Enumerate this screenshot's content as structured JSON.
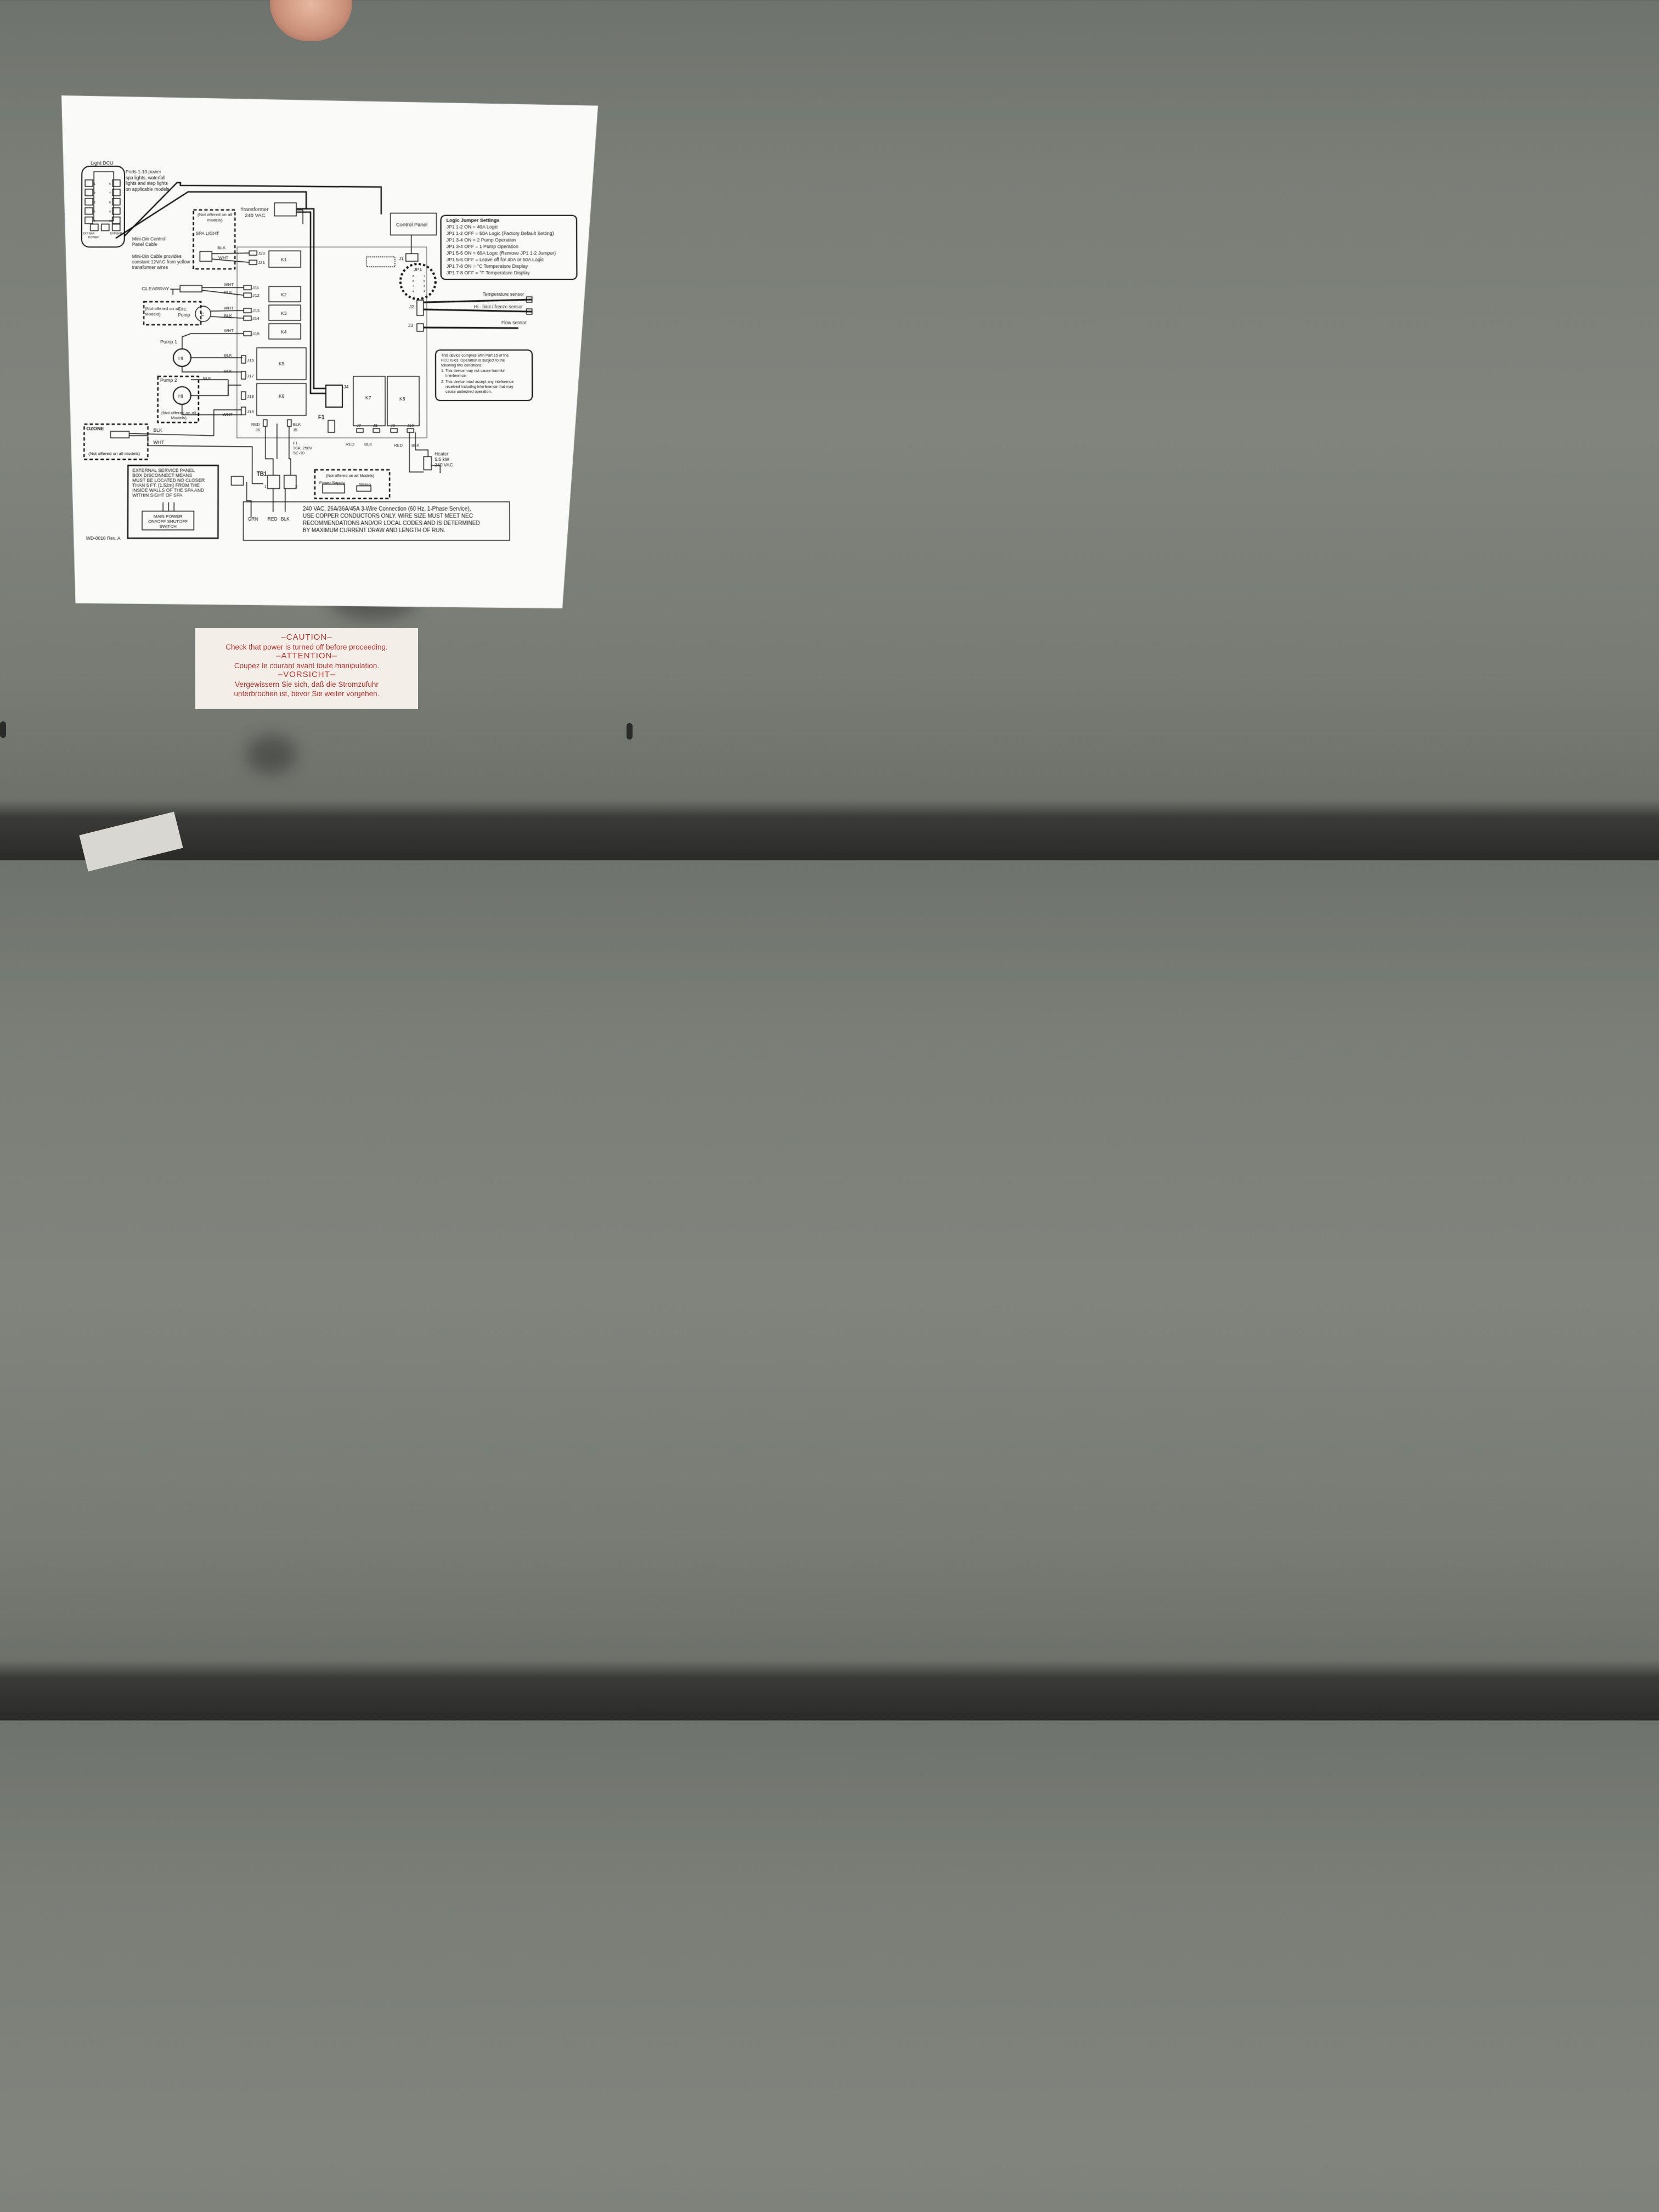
{
  "dcu": {
    "title": "Light DCU",
    "ports_note": "Ports 1-10 power spa lights, waterfall lights and step lights on applicable models",
    "port_numbers_left": [
      "1",
      "2",
      "3",
      "4",
      "5"
    ],
    "port_numbers_right": [
      "6",
      "7",
      "8",
      "9",
      "10"
    ],
    "exp_left": "EXP BAR",
    "exp_right": "EXP BAR",
    "power": "POWER",
    "cable1": "Mini-Din Control Panel Cable",
    "cable2": "Mini-Din Cable provides constant 12VAC from yellow transformer wires"
  },
  "transformer": {
    "label": "Transformer",
    "voltage": "240 VAC"
  },
  "control_panel": "Control Panel",
  "spa_light": {
    "note": "(Not offered on all models)",
    "label": "SPA LIGHT",
    "blk": "BLK",
    "wht": "WHT"
  },
  "jacks": [
    "J20",
    "J21",
    "J11",
    "J12",
    "J13",
    "J14",
    "J15",
    "J16",
    "J17",
    "J18",
    "J19"
  ],
  "relays": [
    "K1",
    "K2",
    "K3",
    "K4",
    "K5",
    "K6",
    "K7",
    "K8"
  ],
  "clearray": "CLEARRAY",
  "circ_pump": {
    "note": "(Not offered on all Models)",
    "label": "Circ. Pump",
    "symbol": "C"
  },
  "wire_labels": {
    "wht": "WHT",
    "blk": "BLK"
  },
  "pump1": {
    "label": "Pump 1",
    "symbol": "HI"
  },
  "pump2": {
    "label": "Pump 2",
    "symbol": "HI",
    "note": "(Not offered on all Models)"
  },
  "ozone": {
    "label": "OZONE",
    "note": "(Not offered on all models)",
    "blk": "BLK",
    "wht": "WHT"
  },
  "jp1": {
    "label": "JP1",
    "pins": [
      "8",
      "7",
      "6",
      "5",
      "4",
      "3",
      "2",
      "1"
    ]
  },
  "j_labels": {
    "j1": "J1",
    "j2": "J2",
    "j3": "J3",
    "j4": "J4"
  },
  "logic_jumpers": {
    "title": "Logic Jumper Settings",
    "rows": [
      "JP1 1-2 ON    = 40A Logic",
      "JP1 1-2 OFF  = 50A Logic (Factory Default Setting)",
      "JP1 3-4 ON    = 2 Pump Operation",
      "JP1 3-4 OFF  = 1 Pump Operation",
      "JP1 5-6 ON    = 60A Logic (Remove JP1 1-2 Jumper)",
      "JP1 5-6 OFF  = Leave off for 40A or 50A Logic",
      "JP1 7-8 ON    = °C Temperature Display",
      "JP1 7-8 OFF  = °F Temperature Display"
    ]
  },
  "sensors": {
    "temp": "Temperature sensor",
    "hilimit": "Hi - limit / freeze sensor",
    "flow": "Flow sensor"
  },
  "fcc": {
    "lines": [
      "This device complies with Part 15 of the",
      "FCC rules.  Operation is subject to the",
      "following two conditions:",
      "1.  This device may not cause harmful",
      "interference.",
      "2.  This device must accept any inteference",
      "received including interference that may",
      "cause undesired operation."
    ]
  },
  "bottom_jacks": {
    "j6": "J6",
    "j6_color": "RED",
    "j5": "J5",
    "j5_color": "BLK",
    "j7": "J7",
    "j8": "J8",
    "j9": "J9",
    "j10": "J10",
    "red": "RED",
    "blk": "BLK"
  },
  "fuse": {
    "label": "F1",
    "rating": "F1",
    "rating2": "30A, 250V",
    "rating3": "SC-30"
  },
  "heater": {
    "label": "Heater",
    "power": "5.5 kW",
    "voltage": "240 VAC"
  },
  "service_panel": {
    "lines": [
      "EXTERNAL SERVICE PANEL",
      "BOX DISCONNECT MEANS",
      "MUST BE LOCATED NO CLOSER",
      "THAN 5 FT. (1.52m) FROM THE",
      "INSIDE WALLS OF THE SPA AND",
      "WITHIN SIGHT OF SPA"
    ],
    "switch": [
      "MAIN POWER",
      "ON//OFF SHUTOFF",
      "SWITCH"
    ]
  },
  "tb1": {
    "label": "TB1",
    "t1": "1",
    "t2": "2"
  },
  "power_supply": {
    "note": "(Not offered on all Models)",
    "label": "Power Supply",
    "stereo": "Stereo"
  },
  "main_conn": {
    "grn": "GRN",
    "red": "RED",
    "blk": "BLK"
  },
  "service_note": [
    "240 VAC, 26A/36A/45A 3-Wire Connection (60 Hz, 1-Phase Service),",
    "USE COPPER CONDUCTORS ONLY. WIRE SIZE MUST MEET NEC",
    "RECOMMENDATIONS AND/OR LOCAL CODES AND IS DETERMINED",
    "BY MAXIMUM CURRENT DRAW AND LENGTH OF RUN."
  ],
  "revision": "WD-0010 Rev. A",
  "caution": {
    "h1": "–CAUTION–",
    "t1": "Check that power is turned off before proceeding.",
    "h2": "–ATTENTION–",
    "t2": "Coupez le courant avant toute manipulation.",
    "h3": "–VORSICHT–",
    "t3": "Vergewissern Sie sich, daß die Stromzufuhr",
    "t4": "unterbrochen ist, bevor Sie weiter vorgehen."
  }
}
